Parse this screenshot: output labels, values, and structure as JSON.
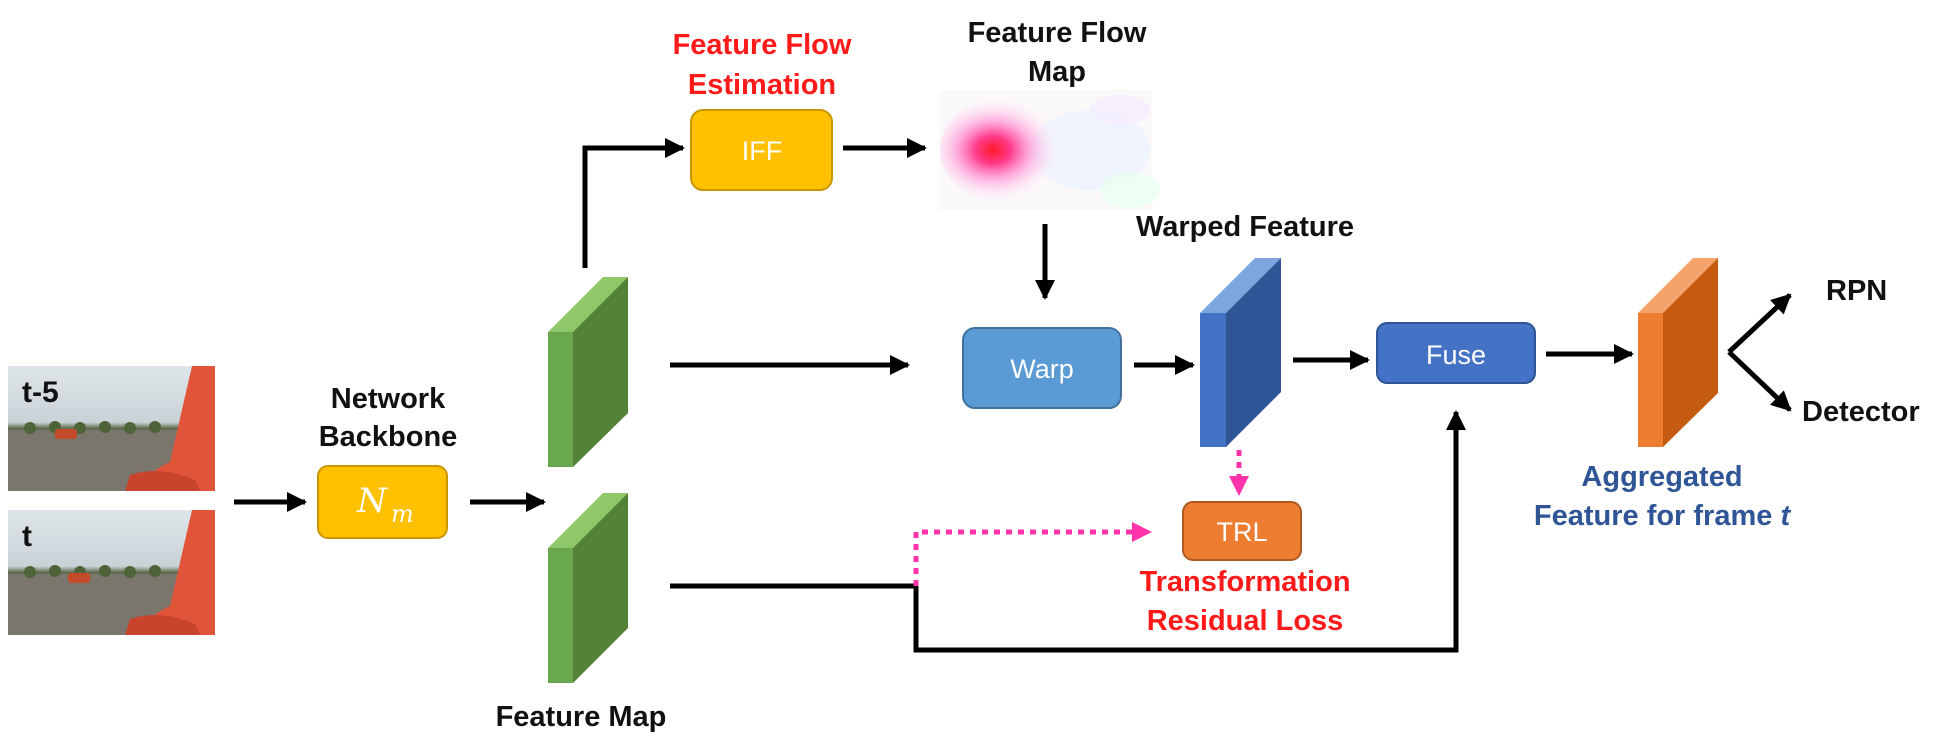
{
  "frames": {
    "past_label": "t-5",
    "current_label": "t"
  },
  "backbone": {
    "caption_line1": "Network",
    "caption_line2": "Backbone",
    "box_label": "N",
    "box_sub": "m"
  },
  "feature_map": {
    "caption": "Feature Map"
  },
  "flow_estimation": {
    "caption_line1": "Feature Flow",
    "caption_line2": "Estimation",
    "box_label": "IFF"
  },
  "flow_map": {
    "caption_line1": "Feature Flow",
    "caption_line2": "Map"
  },
  "warp": {
    "box_label": "Warp"
  },
  "warped_feature": {
    "caption": "Warped Feature"
  },
  "trl": {
    "box_label": "TRL",
    "caption_line1": "Transformation",
    "caption_line2": "Residual Loss"
  },
  "fuse": {
    "box_label": "Fuse"
  },
  "aggregated": {
    "caption_line1": "Aggregated",
    "caption_line2": "Feature for frame ",
    "caption_var": "t"
  },
  "outputs": {
    "rpn": "RPN",
    "detector": "Detector"
  },
  "colors": {
    "yellow_box": "#ffc000",
    "blue_box": "#5b9bd5",
    "dark_blue_box": "#4472c4",
    "orange_box": "#ed7d31",
    "green_block": "#5a8f3a",
    "caption_red": "#ff1a1a",
    "caption_blue": "#2f5597",
    "dashed_pink": "#ff33aa"
  }
}
